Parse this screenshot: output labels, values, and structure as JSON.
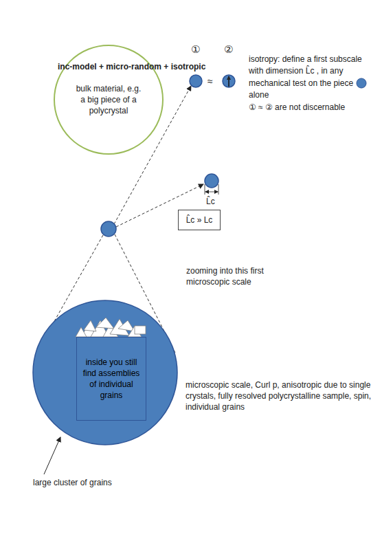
{
  "diagram": {
    "title": "inc-model + micro-random + isotropic",
    "nodes": [
      {
        "text": [
          "bulk material, e.g. a big piece of a polycrystal"
        ]
      },
      {
        "text": [
          "L̂c » Lc"
        ]
      },
      {
        "text": [
          "inside you still find assemblies of individual grains"
        ]
      }
    ],
    "labels": [
      "①",
      "≈",
      "②",
      "isotropy: define a first subscale with dimension L̂c , in any mechanical test on the piece",
      "alone",
      "① ≈ ② are not discernable",
      "L̂c",
      "zooming into this first microscopic scale",
      "microscopic scale, Curl p, anisotropic due to single crystals, fully resolved polycrystalline sample, spin, individual grains",
      "large cluster of grains"
    ]
  }
}
